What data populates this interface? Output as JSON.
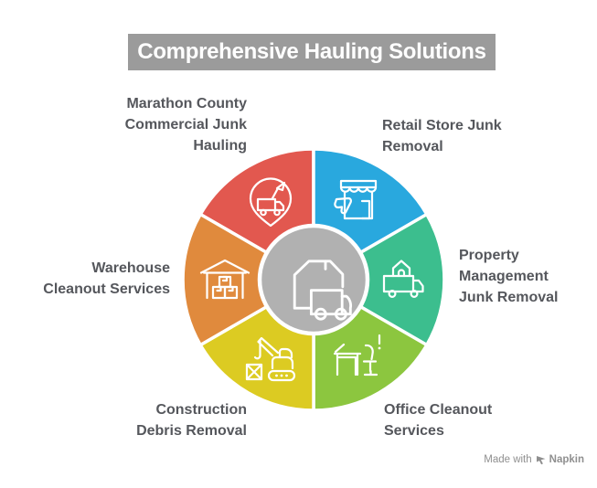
{
  "title": {
    "label": "Comprehensive Hauling Solutions",
    "bg_color": "#9B9B9B",
    "text_color": "#FFFFFF"
  },
  "center": {
    "icon": "box-and-delivery-truck-icon",
    "bg_color": "#B1B1B1"
  },
  "segments": [
    {
      "name": "marathon-county-commercial-junk-hauling",
      "lines": [
        "Marathon County",
        "Commercial Junk",
        "Hauling"
      ],
      "color": "#E2584F",
      "icon": "location-pin-truck-icon"
    },
    {
      "name": "retail-store-junk-removal",
      "lines": [
        "Retail Store Junk",
        "Removal"
      ],
      "color": "#29A8DE",
      "icon": "storefront-thumbs-down-icon"
    },
    {
      "name": "property-management-junk-removal",
      "lines": [
        "Property",
        "Management",
        "Junk Removal"
      ],
      "color": "#3CBE8E",
      "icon": "house-truck-icon"
    },
    {
      "name": "office-cleanout-services",
      "lines": [
        "Office Cleanout",
        "Services"
      ],
      "color": "#8CC63F",
      "icon": "desk-chair-icon"
    },
    {
      "name": "construction-debris-removal",
      "lines": [
        "Construction",
        "Debris Removal"
      ],
      "color": "#DCCB22",
      "icon": "excavator-crate-icon"
    },
    {
      "name": "warehouse-cleanout-services",
      "lines": [
        "Warehouse",
        "Cleanout Services"
      ],
      "color": "#E08A3D",
      "icon": "warehouse-boxes-icon"
    }
  ],
  "label_text_color": "#55575C",
  "watermark": {
    "prefix": "Made with",
    "brand": "Napkin"
  }
}
